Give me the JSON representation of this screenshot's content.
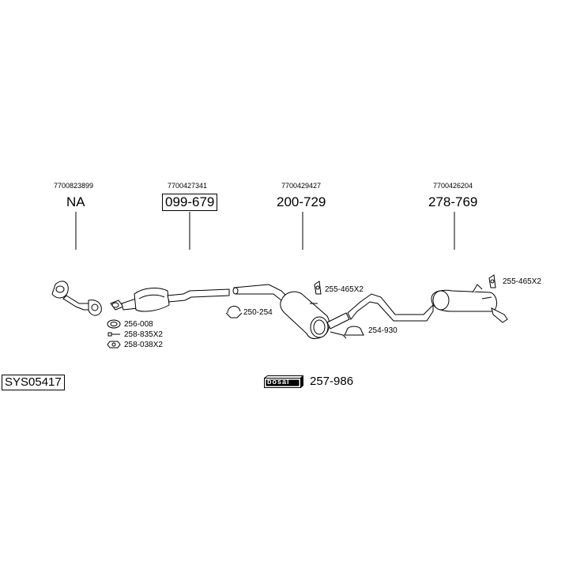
{
  "parts": [
    {
      "oe": "7700823899",
      "pn": "NA"
    },
    {
      "oe": "7700427341",
      "pn": "099-679"
    },
    {
      "oe": "7700429427",
      "pn": "200-729"
    },
    {
      "oe": "7700426204",
      "pn": "278-769"
    }
  ],
  "accessories": {
    "gasket": "256-008",
    "bolt": "258-835X2",
    "nut": "258-038X2",
    "clamp_front": "250-254",
    "hanger_mid": "255-465X2",
    "clamp_mid": "254-930",
    "hanger_rear": "255-465X2"
  },
  "system_code": "SYS05417",
  "brand": {
    "logo_text": "bosal",
    "kit": "257-986"
  }
}
